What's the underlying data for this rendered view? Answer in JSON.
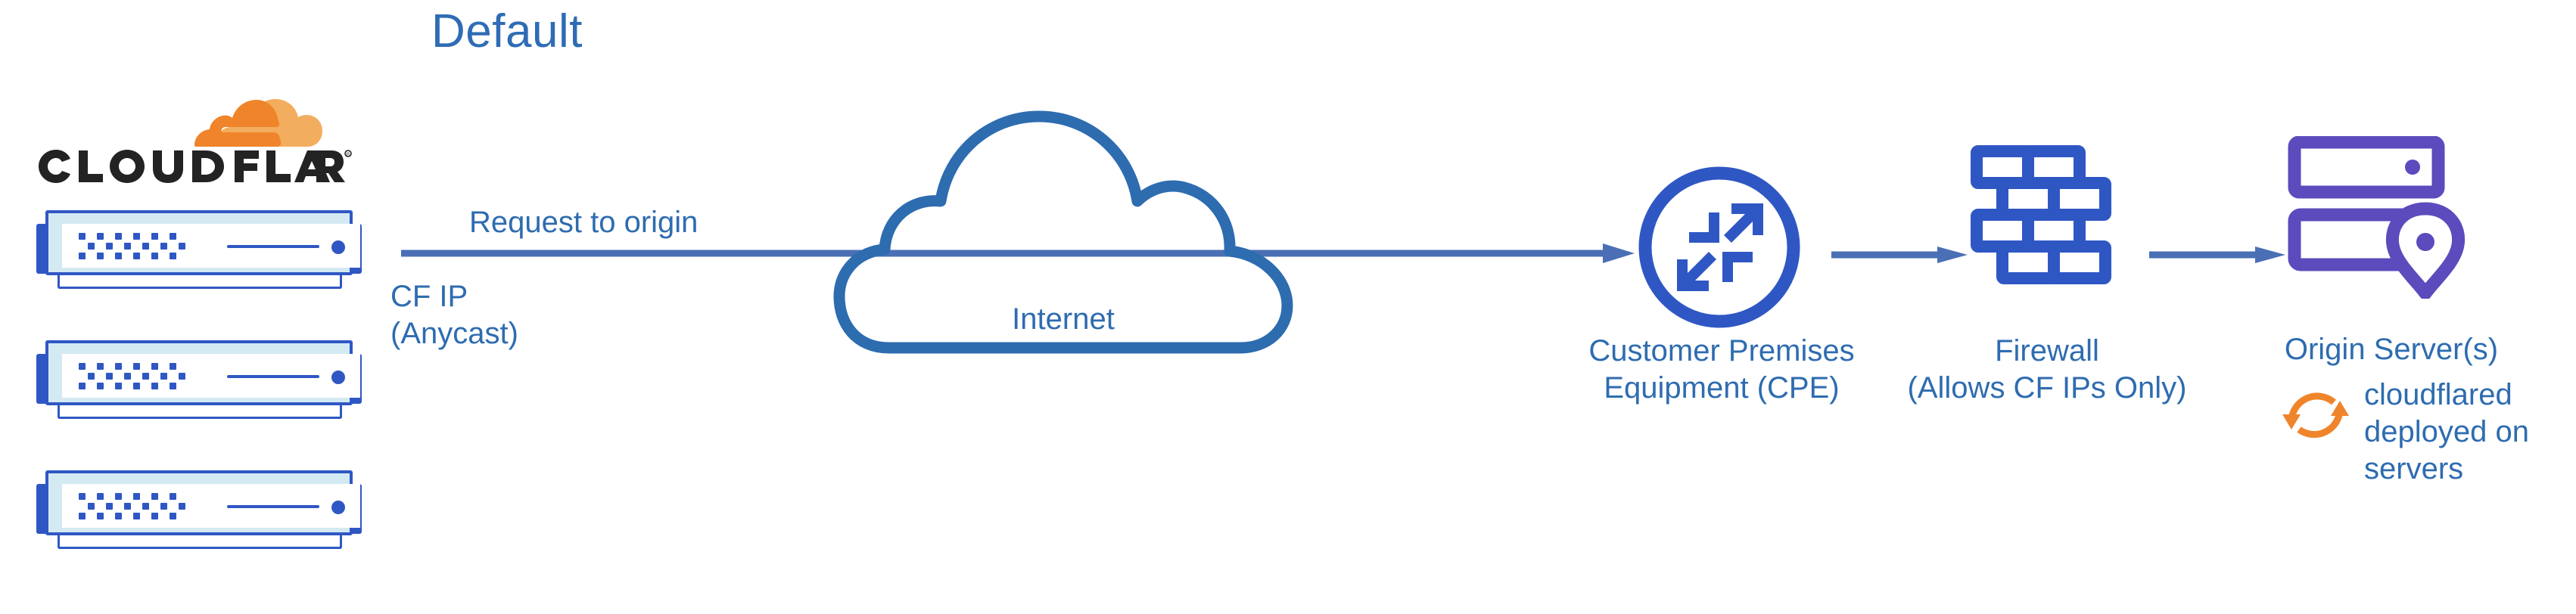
{
  "title": "Default",
  "colors": {
    "title_blue": "#2f6cb5",
    "label_blue": "#2e6cb0",
    "icon_blue": "#2f57c4",
    "arrow_blue": "#4a6fb5",
    "cloud_stroke": "#2e6cb0",
    "origin_purple": "#5b4bbd",
    "cloudflare_orange": "#f0842a",
    "cloudflare_orange_light": "#f3ad5e",
    "server_fill": "#d4eaf2",
    "background": "#ffffff"
  },
  "brand": {
    "logo_name": "cloudflare-logo",
    "wordmark": "CLOUDFLARE",
    "registered_mark": "®"
  },
  "nodes": {
    "cloudflare_edge": {
      "name": "cloudflare-edge-servers",
      "server_count": 3
    },
    "internet": {
      "label": "Internet",
      "icon": "cloud-outline-icon"
    },
    "cpe": {
      "label_line1": "Customer Premises",
      "label_line2": "Equipment (CPE)",
      "icon": "router-arrows-circle-icon"
    },
    "firewall": {
      "label_line1": "Firewall",
      "label_line2": "(Allows CF IPs Only)",
      "icon": "brick-wall-icon"
    },
    "origin": {
      "label": "Origin Server(s)",
      "icon": "server-location-pin-icon"
    }
  },
  "annotations": {
    "request_to_origin": "Request to origin",
    "cf_ip_line1": "CF IP",
    "cf_ip_line2": "(Anycast)",
    "cloudflared_line1": "cloudflared",
    "cloudflared_line2": "deployed on",
    "cloudflared_line3": "servers",
    "cloudflared_icon": "sync-circular-arrows-icon"
  },
  "flow": [
    {
      "from": "cloudflare_edge",
      "to": "cpe",
      "label": "Request to origin",
      "arrow": "long-arrow-right"
    },
    {
      "from": "cpe",
      "to": "firewall",
      "label": "",
      "arrow": "short-arrow-right"
    },
    {
      "from": "firewall",
      "to": "origin",
      "label": "",
      "arrow": "short-arrow-right"
    }
  ]
}
